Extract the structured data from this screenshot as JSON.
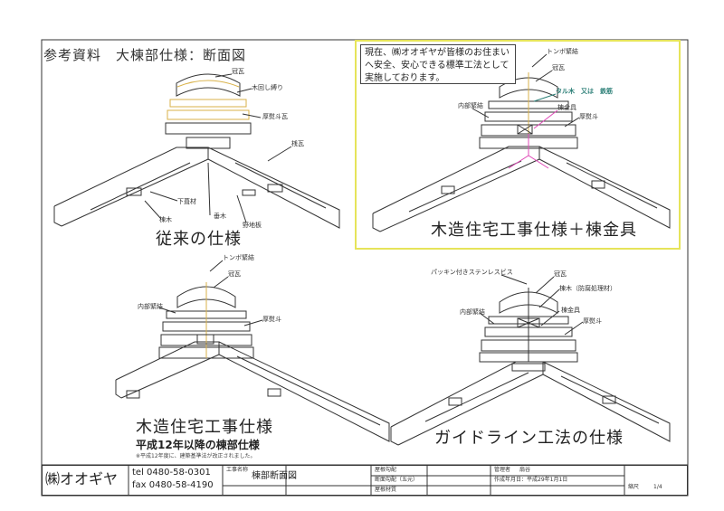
{
  "page_title": "参考資料　大棟部仕様：断面図",
  "note": "現在、㈱オオギヤが皆様のお住まいへ安全、安心できる標準工法として実施しております。",
  "panels": {
    "top_left": {
      "caption": "従来の仕様",
      "labels": {
        "kawara": "冠瓦",
        "noshi_tie": "木回し縛り",
        "noshi": "厚熨斗瓦",
        "hiragawara": "桟瓦",
        "shitagi": "下葺材",
        "munagi": "棟木",
        "nojiita": "野地板",
        "tarugi": "垂木"
      }
    },
    "top_right": {
      "caption": "木造住宅工事仕様＋棟金具",
      "labels": {
        "tonbo": "トンボ緊結",
        "kawara": "冠瓦",
        "taruki": "タル木　又は　鉄筋",
        "naibu": "内部緊結",
        "munekanagu": "棟金具",
        "noshi": "厚熨斗"
      }
    },
    "bottom_left": {
      "caption": "木造住宅工事仕様",
      "subcaption": "平成12年以降の棟部仕様",
      "footnote": "※平成12年度に、建築基準法が改正されました。",
      "labels": {
        "tonbo": "トンボ緊結",
        "kawara": "冠瓦",
        "naibu": "内部緊結",
        "noshi": "厚熨斗"
      }
    },
    "bottom_right": {
      "caption": "ガイドライン工法の仕様",
      "labels": {
        "screw": "パッキン付きステンレスビス",
        "kawara": "冠瓦",
        "munagi": "棟木（防腐処理材）",
        "naibu": "内部緊結",
        "munekanagu": "棟金具",
        "noshi": "厚熨斗"
      }
    }
  },
  "title_block": {
    "company": "㈱オオギヤ",
    "tel": "tel 0480-58-0301",
    "fax": "fax 0480-58-4190",
    "drawing_name_label": "工事名称",
    "drawing_name": "棟部断面図",
    "row1": "屋根勾配",
    "row2": "断面勾配（五元）",
    "row3": "屋根材質",
    "manager_label": "管理者",
    "manager": "扇谷　",
    "date_label": "作成年月日：平成29年1月1日",
    "sheet": "1/4",
    "scale": "縮尺"
  },
  "colors": {
    "line": "#333333",
    "note_border": "#e6e45a",
    "accent_pink": "#e04ab8",
    "accent_yellow": "#d9b24a",
    "accent_green": "#2c7f77"
  }
}
